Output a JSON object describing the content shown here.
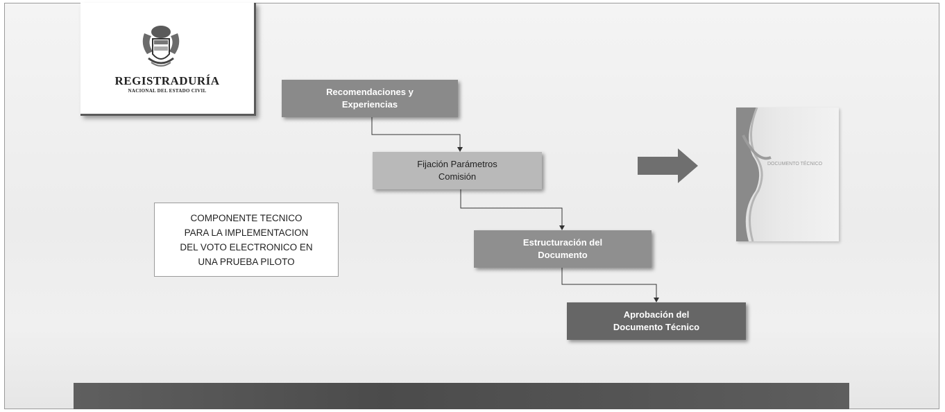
{
  "logo": {
    "name": "REGISTRADURÍA",
    "subtitle": "NACIONAL DEL ESTADO CIVIL"
  },
  "flow_steps": [
    {
      "label": "Recomendaciones y\nExperiencias"
    },
    {
      "label": "Fijación Parámetros\nComisión"
    },
    {
      "label": "Estructuración del\nDocumento"
    },
    {
      "label": "Aprobación del\nDocumento Técnico"
    }
  ],
  "title_box": {
    "text": "COMPONENTE TECNICO\nPARA LA IMPLEMENTACION\nDEL VOTO ELECTRONICO EN\nUNA PRUEBA PILOTO"
  },
  "right_image": {
    "label": "DOCUMENTO TÉCNICO"
  },
  "colors": {
    "step1": "#8a8a8a",
    "step2": "#b9b9b9",
    "step3": "#8f8f8f",
    "step4": "#666666",
    "bottom_bar": "#555555"
  }
}
